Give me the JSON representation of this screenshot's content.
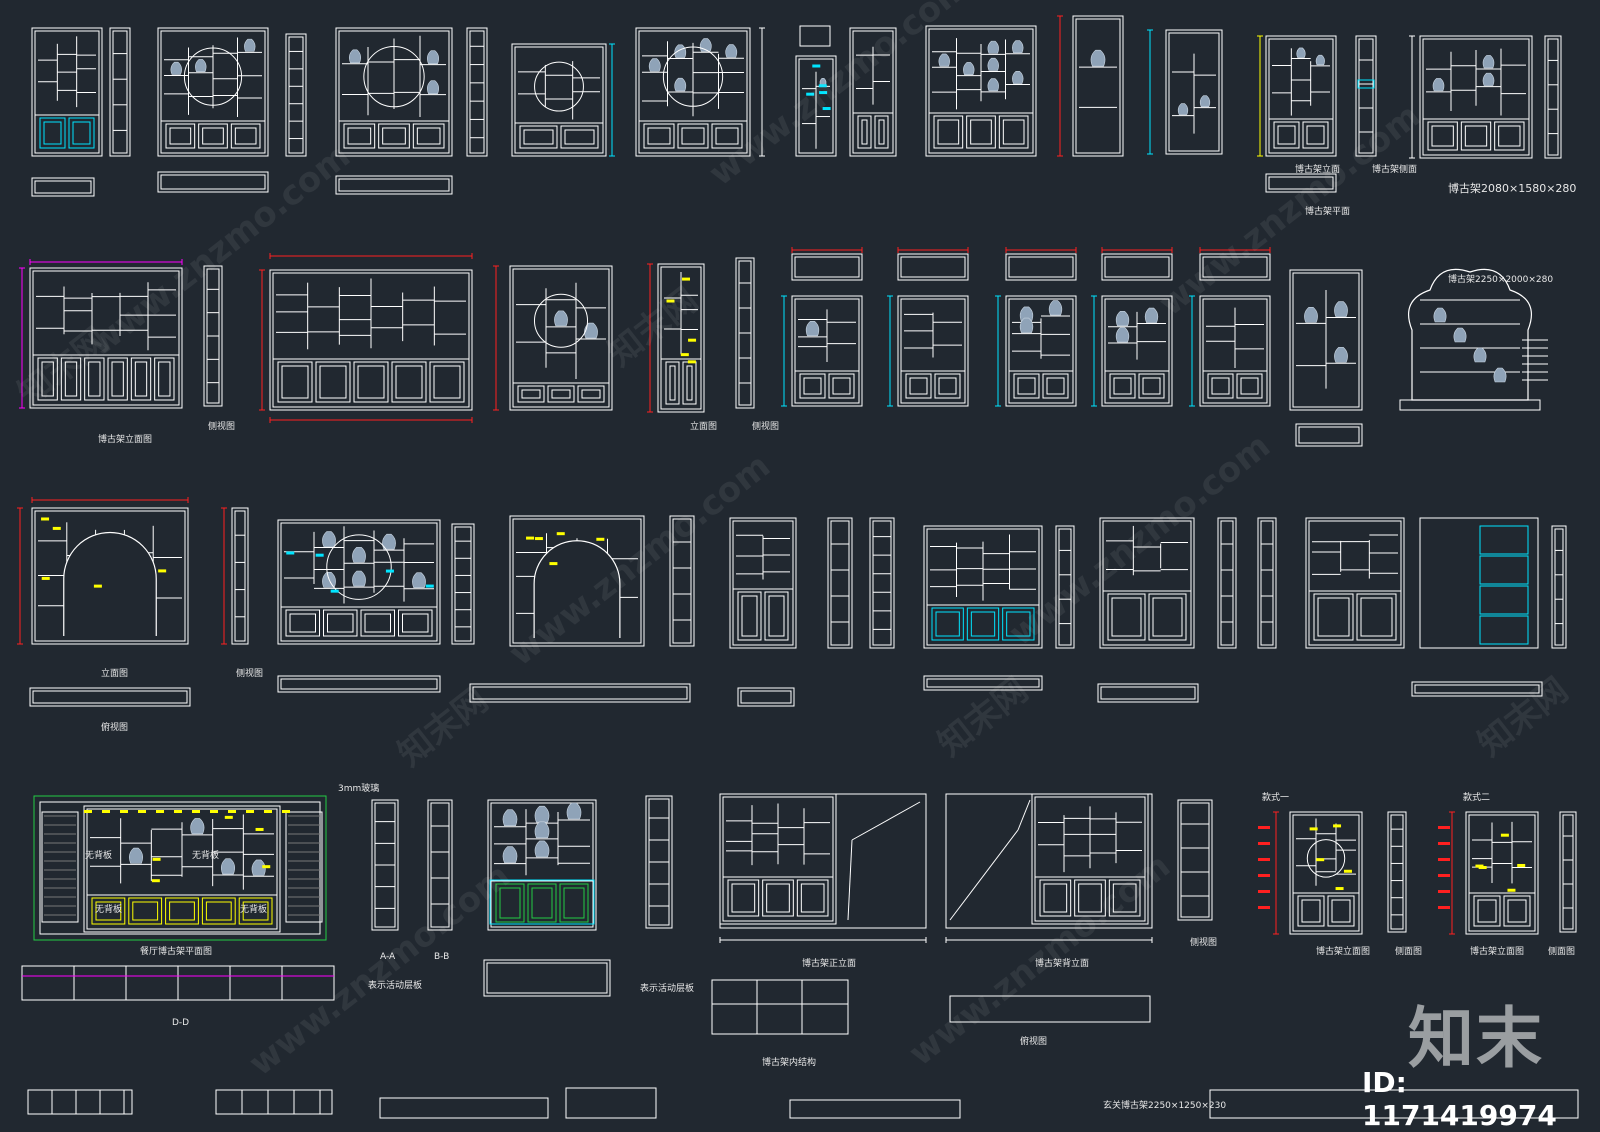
{
  "watermark": {
    "brand": "知末",
    "site": "www.znzmo.com",
    "site_cn": "知末网",
    "id_text": "ID: 1171419974"
  },
  "colors": {
    "background": "#212830",
    "line": "#ffffff",
    "cyan": "#00e5ff",
    "yellow": "#ffff00",
    "red": "#ff2020",
    "magenta": "#ff00ff",
    "blue": "#3b5bff",
    "green": "#22cc44"
  },
  "labels": {
    "bogujia_size_1": "博古架2080×1580×280",
    "bogujia_front": "博古架立面",
    "bogujia_side": "博古架侧面",
    "bogujia_plan": "博古架平面",
    "bogujia_front_elev": "博古架立面图",
    "side_elev_1": "侧视图",
    "front_elev_1": "立面图",
    "size_2": "博古架2250×2000×280",
    "front_elev_2": "立面图",
    "side_elev_2": "侧视图",
    "top_view_1": "俯视图",
    "glass_note": "3mm玻璃",
    "restaurant_plan": "餐厅博古架平面图",
    "aa": "A-A",
    "bb": "B-B",
    "dd": "D-D",
    "note_1": "表示活动层板",
    "note_2": "表示活动层板",
    "bogujia_front_2": "博古架正立面",
    "bogujia_back": "博古架背立面",
    "side_elev_3": "侧视图",
    "internal_struct": "博古架内结构",
    "top_view_2": "俯视图",
    "style_1": "款式一",
    "style_2": "款式二",
    "bogujia_front_3": "博古架立面图",
    "side_elev_4": "侧面图",
    "bogujia_front_4": "博古架立面图",
    "side_elev_5": "侧面图",
    "xuanguan": "玄关博古架2250×1250×230",
    "wujiaban": "无背板"
  }
}
